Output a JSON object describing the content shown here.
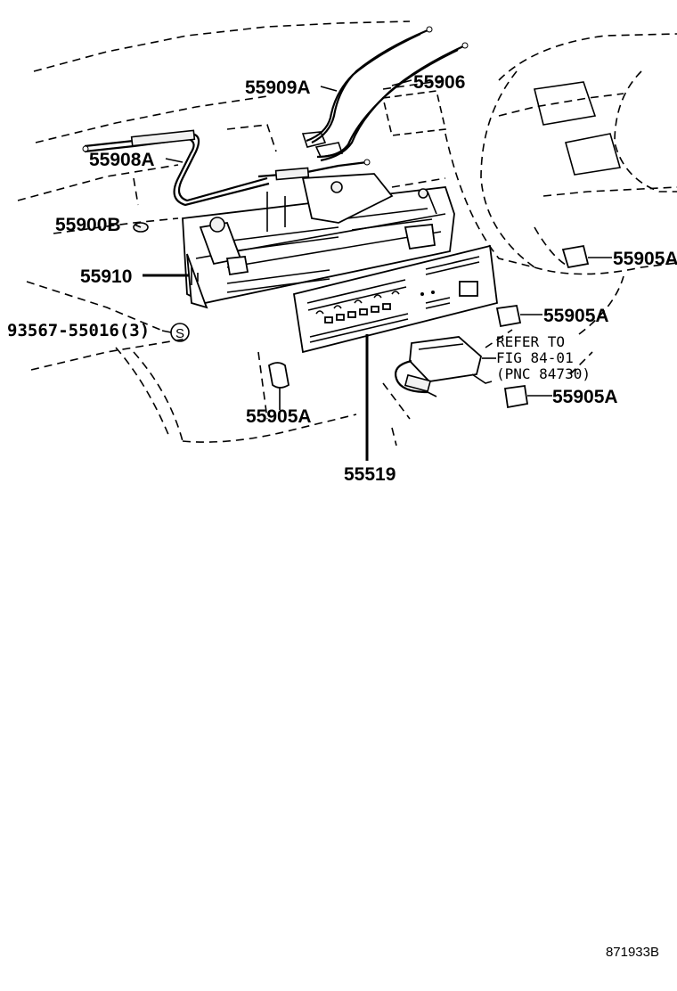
{
  "diagram": {
    "callouts": {
      "c55909a": "55909A",
      "c55906": "55906",
      "c55908a": "55908A",
      "c55900b": "55900B",
      "c55910": "55910",
      "c93567": "93567-55016(3)",
      "c55905a_right": "55905A",
      "c55905a_mid": "55905A",
      "c55905a_low": "55905A",
      "c55905a_left": "55905A",
      "c55519": "55519"
    },
    "reference": {
      "line1": "REFER TO",
      "line2": "FIG 84-01",
      "line3": "(PNC 84730)"
    },
    "screw_symbol": "S",
    "figure_number": "871933B"
  }
}
